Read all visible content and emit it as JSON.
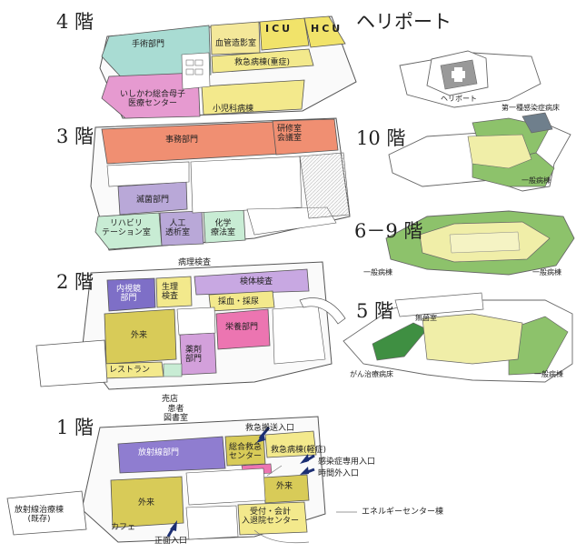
{
  "floors": {
    "f4": "4 階",
    "f3": "3 階",
    "f2": "2 階",
    "f1": "1 階",
    "heliport": "ヘリポート",
    "f10": "10 階",
    "f6_9": "6－9 階",
    "f5": "5 階"
  },
  "labels4": {
    "icu": "ICU",
    "hcu": "HCU",
    "surgery": "手術部門",
    "angio": "血管造影室",
    "emergency_ward": "救急病棟(重症)",
    "mch_1": "いしかわ総合母子",
    "mch_2": "医療センター",
    "pediatric": "小児科病棟"
  },
  "labels3": {
    "admin": "事務部門",
    "training_1": "研修室",
    "training_2": "会議室",
    "sterilization": "滅菌部門",
    "rehab_1": "リハビリ",
    "rehab_2": "テーション室",
    "dialysis_1": "人工",
    "dialysis_2": "透析室",
    "chemo_1": "化学",
    "chemo_2": "療法室"
  },
  "labels2": {
    "pathology": "病理検査",
    "endoscopy_1": "内視鏡",
    "endoscopy_2": "部門",
    "physio_1": "生理",
    "physio_2": "検査",
    "specimen": "検体検査",
    "blood": "採血・採尿",
    "outpatient": "外来",
    "pharmacy_1": "薬剤",
    "pharmacy_2": "部門",
    "nutrition": "栄養部門",
    "restaurant": "レストラン",
    "shop": "売店"
  },
  "labels1": {
    "library_1": "患者",
    "library_2": "図書室",
    "ambulance": "救急搬送入口",
    "radiology": "放射線部門",
    "emergency_center_1": "総合救急",
    "emergency_center_2": "センター",
    "emergency_ward_light": "救急病棟(軽症)",
    "infection_entrance": "感染症専用入口",
    "after_hours": "時間外入口",
    "outpatient_right": "外来",
    "outpatient_left": "外来",
    "radiotherapy_1": "放射線治療棟",
    "radiotherapy_2": "(既存)",
    "cafe": "カフェ",
    "reception_1": "受付・会計",
    "reception_2": "入退院センター",
    "energy": "エネルギーセンター棟",
    "main_entrance": "正面入口"
  },
  "labels_right": {
    "heliport_label": "ヘリポート",
    "infection_ward": "第一種感染症病床",
    "general_10": "一般病棟",
    "general_6_left": "一般病棟",
    "general_6_right": "一般病棟",
    "clean_room": "無菌室",
    "cancer_ward": "がん治療病床",
    "general_5": "一般病棟"
  },
  "colors": {
    "outline": "#555555",
    "surgery": "#a9dcd3",
    "angio": "#f4e89a",
    "icu": "#f1e36a",
    "emergency": "#f3e98c",
    "mch": "#e69ad0",
    "pediatric": "#f3e98c",
    "admin": "#f08f72",
    "sterilization": "#b9a8d8",
    "rehab": "#c8ecd4",
    "dialysis": "#b9a8d8",
    "endoscopy": "#7e6fc7",
    "physio": "#f3e98c",
    "specimen": "#c8a8e2",
    "blood": "#f3e98c",
    "outpatient": "#d8cb58",
    "nutrition": "#ec75b1",
    "pharmacy": "#d3a0db",
    "radiology": "#8f7dd0",
    "ward_green": "#8dc26b",
    "ward_yellow": "#f0eea8",
    "infection_dark": "#6f7f8c",
    "arrow": "#1c2f73"
  }
}
